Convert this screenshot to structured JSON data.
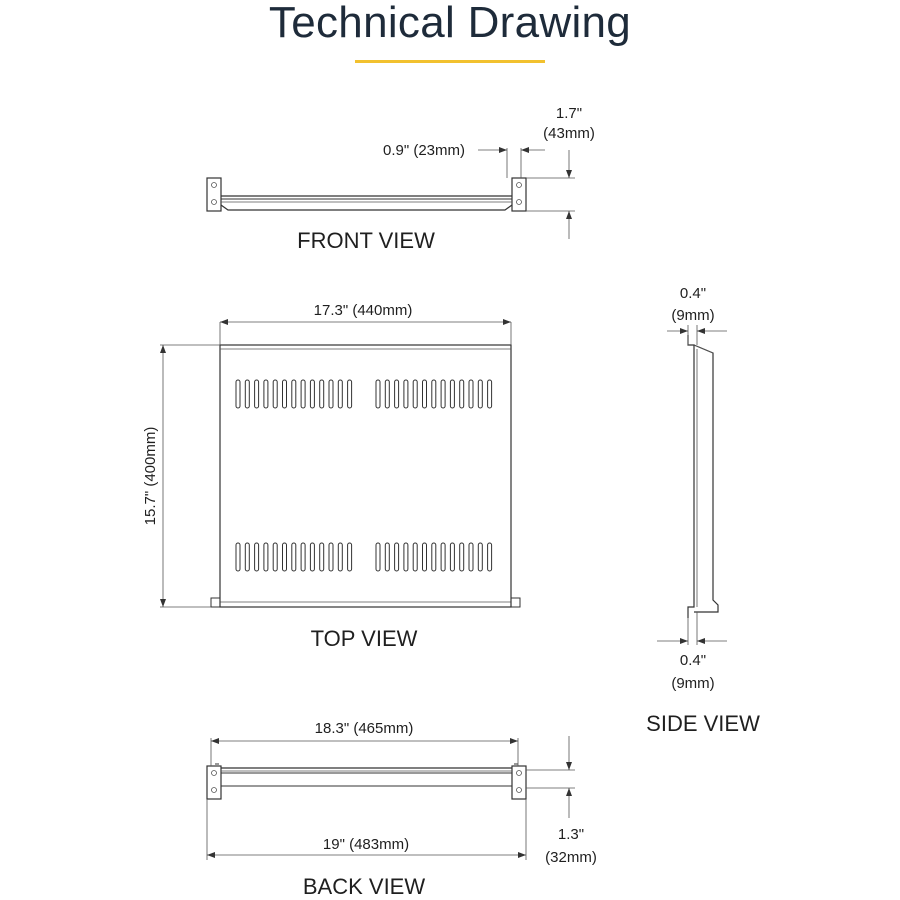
{
  "title": "Technical Drawing",
  "colors": {
    "accent": "#f2c12e",
    "title": "#1e2b3a",
    "line": "#333333"
  },
  "front_view": {
    "label": "FRONT VIEW",
    "dim_height_top": "1.7\"",
    "dim_height_bottom": "(43mm)",
    "dim_flange": "0.9\" (23mm)"
  },
  "top_view": {
    "label": "TOP VIEW",
    "dim_width": "17.3\" (440mm)",
    "dim_depth": "15.7\" (400mm)"
  },
  "side_view": {
    "label": "SIDE VIEW",
    "dim_top_a": "0.4\"",
    "dim_top_b": "(9mm)",
    "dim_bottom_a": "0.4\"",
    "dim_bottom_b": "(9mm)"
  },
  "back_view": {
    "label": "BACK VIEW",
    "dim_inner": "18.3\" (465mm)",
    "dim_outer": "19\" (483mm)",
    "dim_height_top": "1.3\"",
    "dim_height_bottom": "(32mm)"
  }
}
